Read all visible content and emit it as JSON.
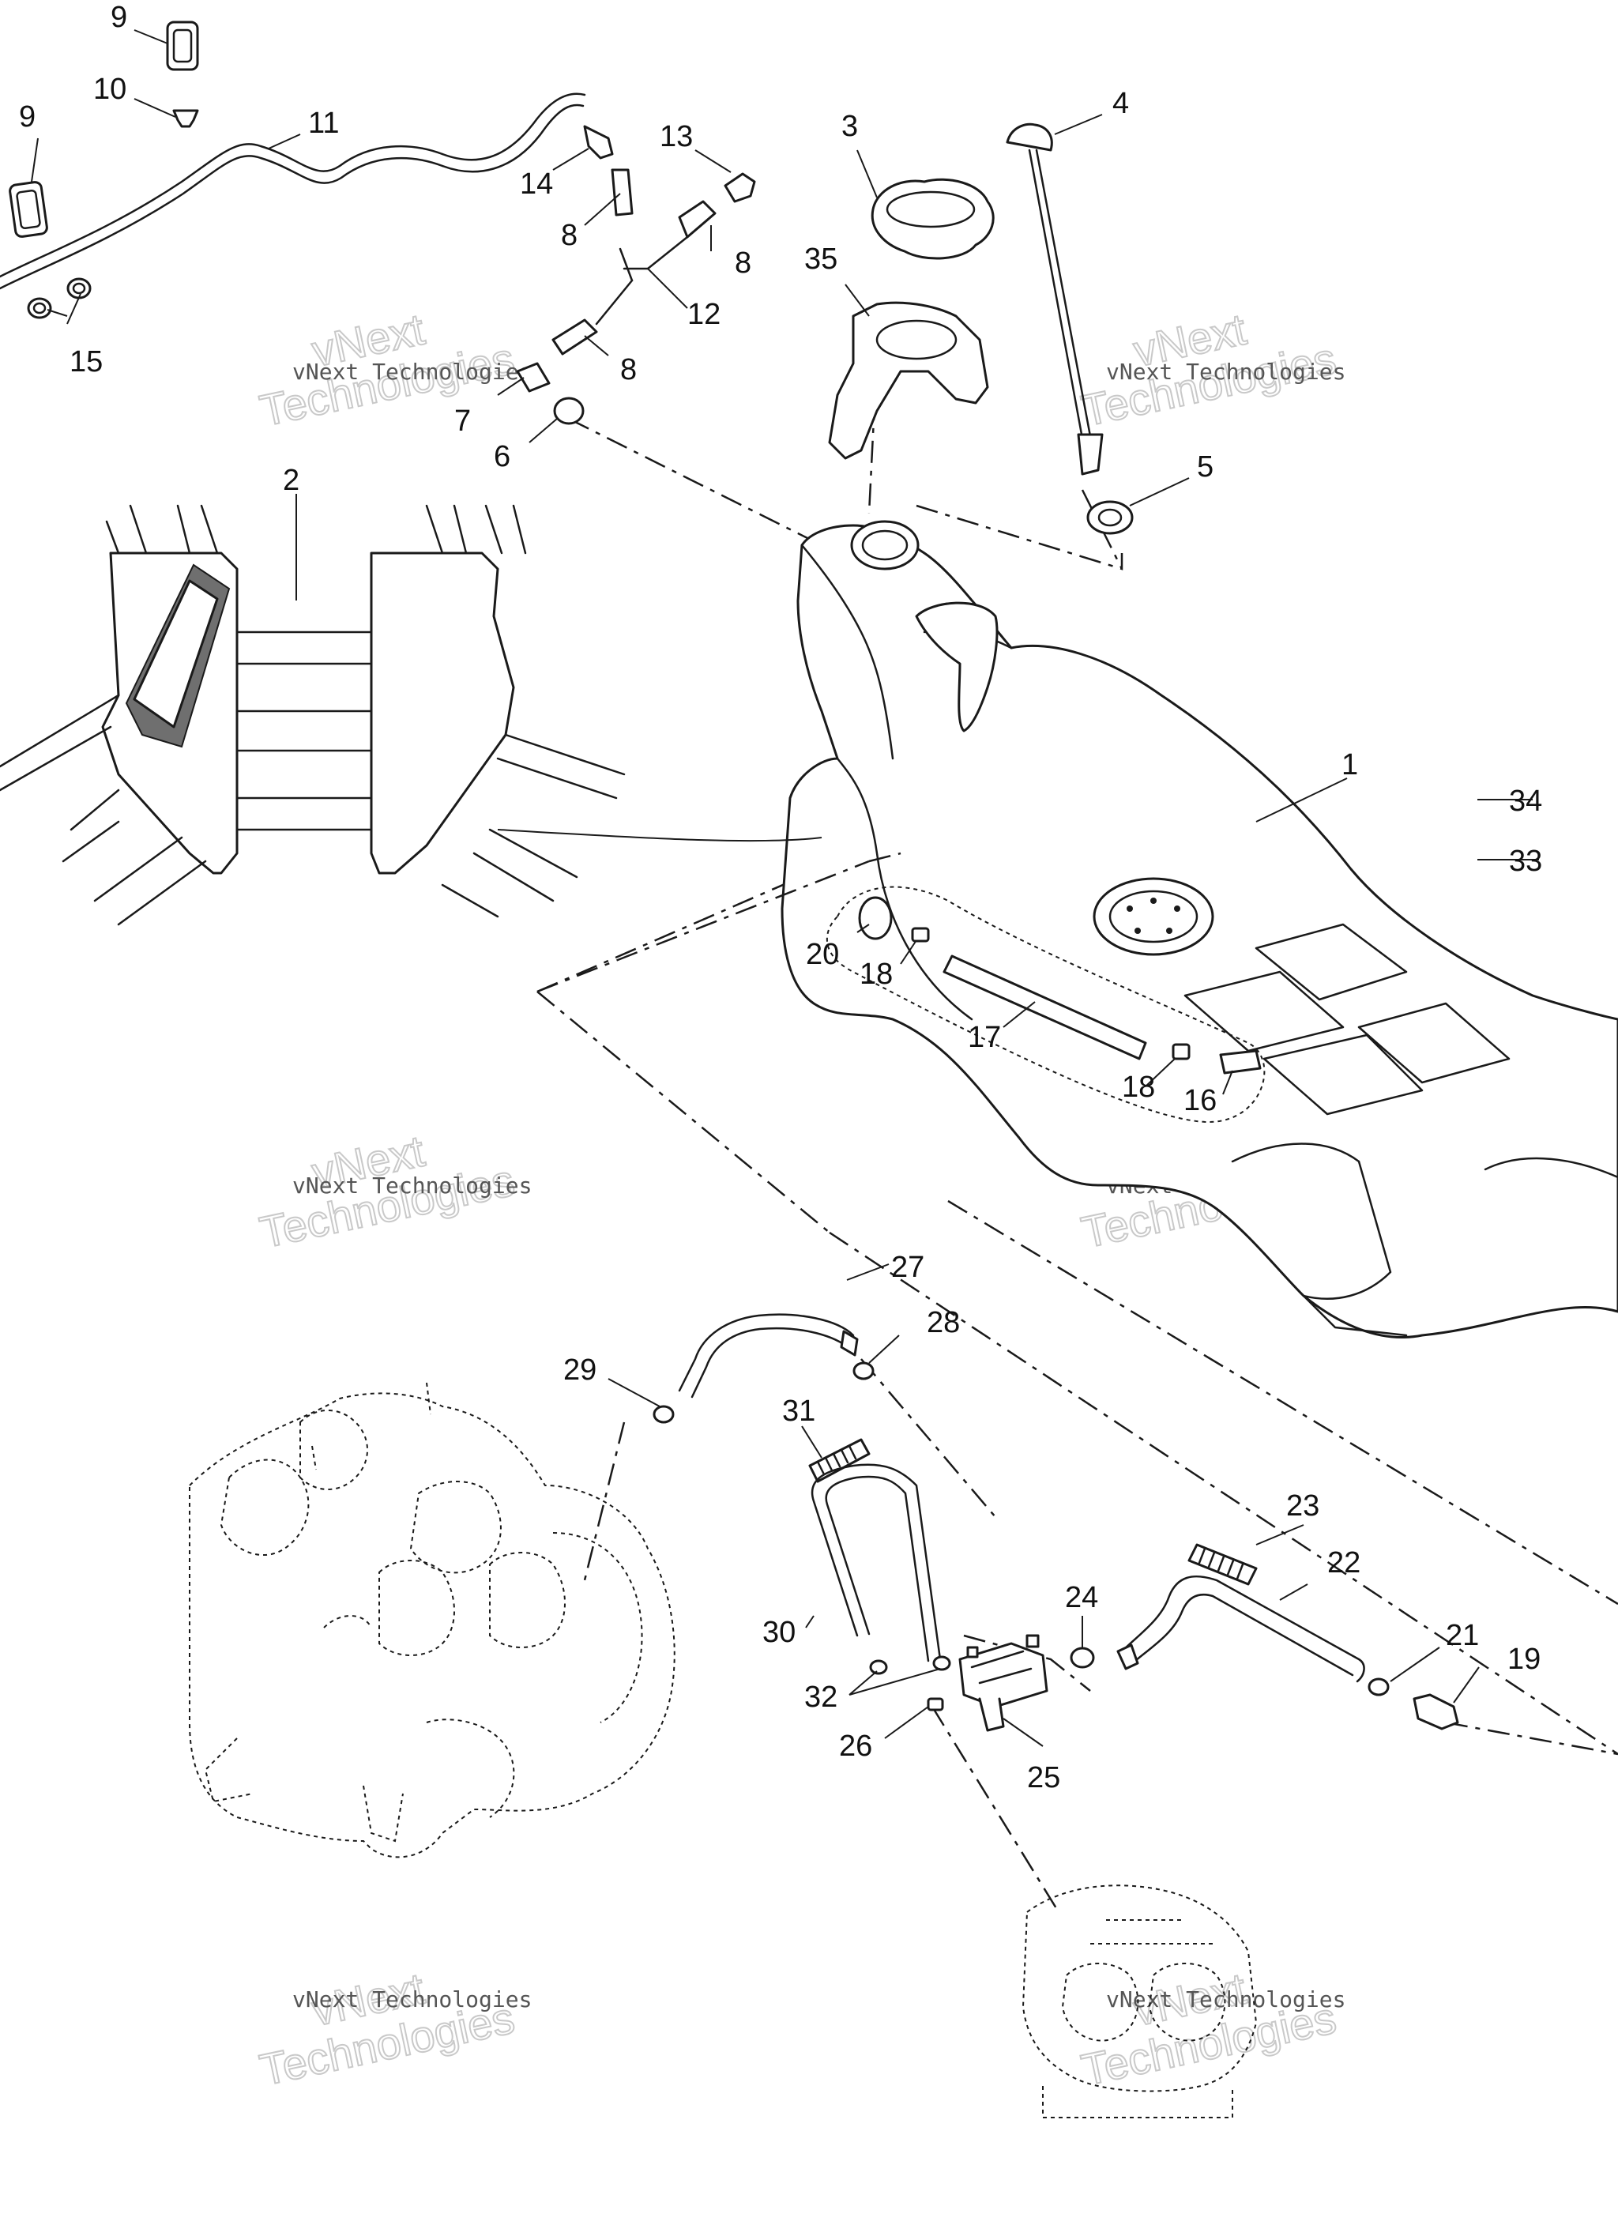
{
  "callouts": {
    "c1": "1",
    "c2": "2",
    "c3": "3",
    "c4": "4",
    "c5": "5",
    "c6": "6",
    "c7": "7",
    "c8a": "8",
    "c8b": "8",
    "c8c": "8",
    "c9a": "9",
    "c9b": "9",
    "c10": "10",
    "c11": "11",
    "c12": "12",
    "c13": "13",
    "c14": "14",
    "c15": "15",
    "c16": "16",
    "c17": "17",
    "c18a": "18",
    "c18b": "18",
    "c19": "19",
    "c20": "20",
    "c21": "21",
    "c22": "22",
    "c23": "23",
    "c24": "24",
    "c25": "25",
    "c26": "26",
    "c27": "27",
    "c28": "28",
    "c29": "29",
    "c30": "30",
    "c31": "31",
    "c32": "32",
    "c33": "33",
    "c34": "34",
    "c35": "35"
  },
  "watermark": {
    "line1": "vNext",
    "line2": "Technologies",
    "small": "vNext Technologies"
  }
}
